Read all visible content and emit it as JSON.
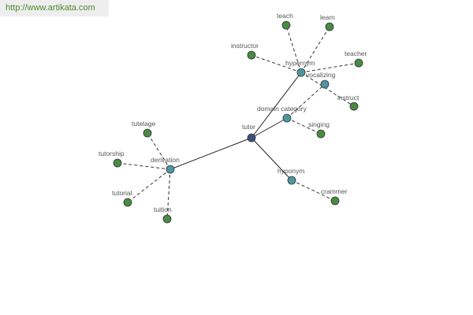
{
  "source_link": {
    "text": "http://www.artikata.com"
  },
  "colors": {
    "center": "#3d4f80",
    "relation": "#4d97a0",
    "leaf": "#4a8a45",
    "link": "#4b8a2f"
  },
  "nodes": [
    {
      "id": "tutor",
      "label": "tutor",
      "kind": "center"
    },
    {
      "id": "hypernym",
      "label": "hypernym",
      "kind": "relation"
    },
    {
      "id": "vocalizing",
      "label": "vocalizing",
      "kind": "relation"
    },
    {
      "id": "domain-category",
      "label": "domain category",
      "kind": "relation"
    },
    {
      "id": "hyponym",
      "label": "hyponym",
      "kind": "relation"
    },
    {
      "id": "derivation",
      "label": "derivation",
      "kind": "relation"
    },
    {
      "id": "teach",
      "label": "teach",
      "kind": "leaf"
    },
    {
      "id": "learn",
      "label": "learn",
      "kind": "leaf"
    },
    {
      "id": "instructor",
      "label": "instructor",
      "kind": "leaf"
    },
    {
      "id": "teacher",
      "label": "teacher",
      "kind": "leaf"
    },
    {
      "id": "instruct",
      "label": "instruct",
      "kind": "leaf"
    },
    {
      "id": "singing",
      "label": "singing",
      "kind": "leaf"
    },
    {
      "id": "crammer",
      "label": "crammer",
      "kind": "leaf"
    },
    {
      "id": "tutelage",
      "label": "tutelage",
      "kind": "leaf"
    },
    {
      "id": "tutorship",
      "label": "tutorship",
      "kind": "leaf"
    },
    {
      "id": "tutorial",
      "label": "tutorial",
      "kind": "leaf"
    },
    {
      "id": "tuition",
      "label": "tuition",
      "kind": "leaf"
    }
  ],
  "edges": [
    {
      "from": "tutor",
      "to": "hypernym",
      "style": "solid"
    },
    {
      "from": "tutor",
      "to": "domain-category",
      "style": "solid"
    },
    {
      "from": "tutor",
      "to": "hyponym",
      "style": "solid"
    },
    {
      "from": "tutor",
      "to": "derivation",
      "style": "solid"
    },
    {
      "from": "hypernym",
      "to": "teach",
      "style": "dashed"
    },
    {
      "from": "hypernym",
      "to": "learn",
      "style": "dashed"
    },
    {
      "from": "hypernym",
      "to": "instructor",
      "style": "dashed"
    },
    {
      "from": "hypernym",
      "to": "teacher",
      "style": "dashed"
    },
    {
      "from": "hypernym",
      "to": "instruct",
      "style": "dashed"
    },
    {
      "from": "domain-category",
      "to": "vocalizing",
      "style": "dashed"
    },
    {
      "from": "domain-category",
      "to": "singing",
      "style": "dashed"
    },
    {
      "from": "hyponym",
      "to": "crammer",
      "style": "dashed"
    },
    {
      "from": "derivation",
      "to": "tutelage",
      "style": "dashed"
    },
    {
      "from": "derivation",
      "to": "tutorship",
      "style": "dashed"
    },
    {
      "from": "derivation",
      "to": "tutorial",
      "style": "dashed"
    },
    {
      "from": "derivation",
      "to": "tuition",
      "style": "dashed"
    }
  ]
}
